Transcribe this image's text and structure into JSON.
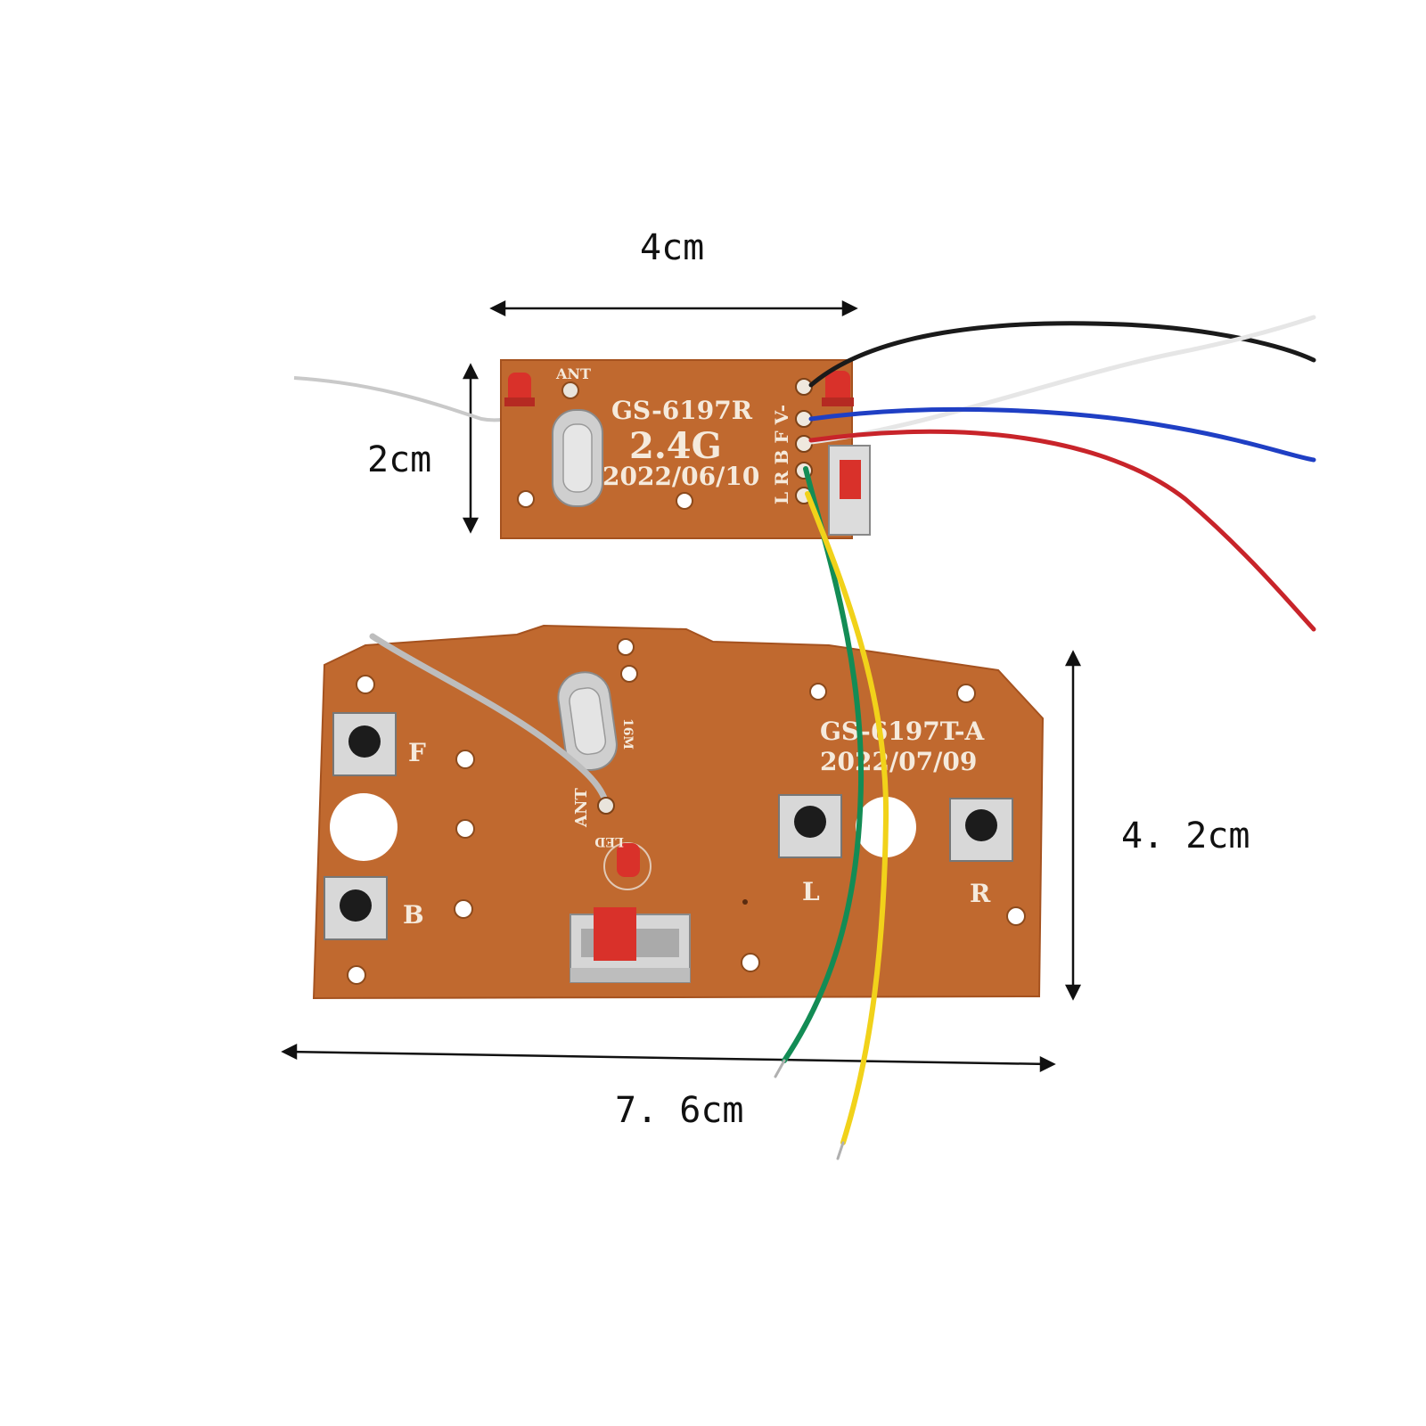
{
  "colors": {
    "board": "#c0692f",
    "board_edge": "#a5521f",
    "wire_black": "#1a1a1a",
    "wire_white": "#f4f4f4",
    "wire_blue": "#1f3fc4",
    "wire_red": "#c8242a",
    "wire_green": "#138c55",
    "wire_yellow": "#f1d21a",
    "led_red": "#d9312a"
  },
  "dimensions": {
    "receiver_width": "4cm",
    "receiver_height": "2cm",
    "transmitter_height": "4. 2cm",
    "transmitter_width": "7. 6cm"
  },
  "receiver": {
    "model": "GS-6197R",
    "frequency": "2.4G",
    "date": "2022/06/10",
    "ant_label": "ANT",
    "pin_labels": "L R B F V-"
  },
  "transmitter": {
    "model": "GS-6197T-A",
    "date": "2022/07/09",
    "ant_label": "ANT",
    "led_label": "LED",
    "crystal_label": "16M",
    "buttons": [
      {
        "label": "F"
      },
      {
        "label": "B"
      },
      {
        "label": "L"
      },
      {
        "label": "R"
      }
    ]
  }
}
